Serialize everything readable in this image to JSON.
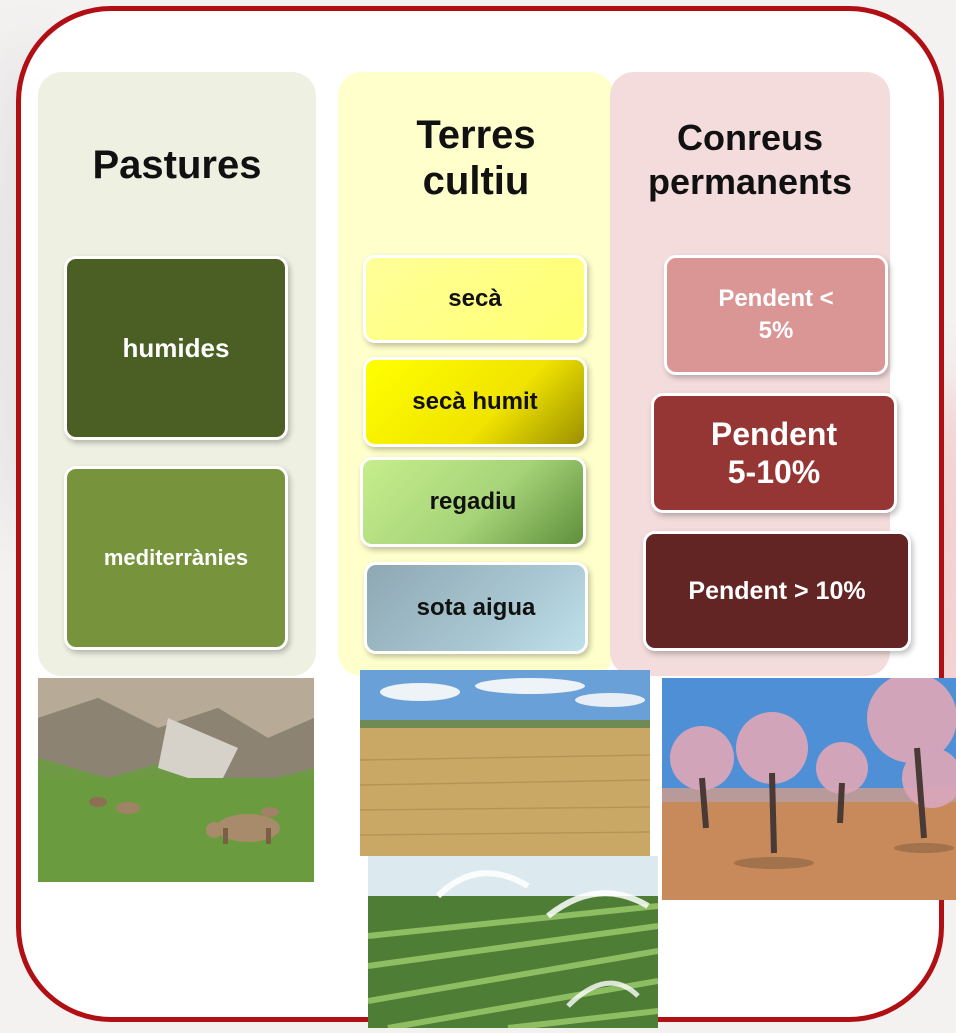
{
  "colors": {
    "frame": "#b00f14",
    "pastures_column": "#eef1e2",
    "cultiu_column": "#ffffcc",
    "permanents_column": "#f4dcdc"
  },
  "columns": {
    "pastures": {
      "title": "Pastures",
      "items": [
        "humides",
        "mediterrànies"
      ]
    },
    "terres_cultiu": {
      "title_line1": "Terres",
      "title_line2": "cultiu",
      "items": [
        "secà",
        "secà humit",
        "regadiu",
        "sota aigua"
      ]
    },
    "conreus_permanents": {
      "title_line1": "Conreus",
      "title_line2": "permanents",
      "items": [
        {
          "line1": "Pendent <",
          "line2": "5%"
        },
        {
          "line1": "Pendent",
          "line2": "5-10%"
        },
        {
          "line1": "Pendent > 10%",
          "line2": ""
        }
      ]
    }
  }
}
